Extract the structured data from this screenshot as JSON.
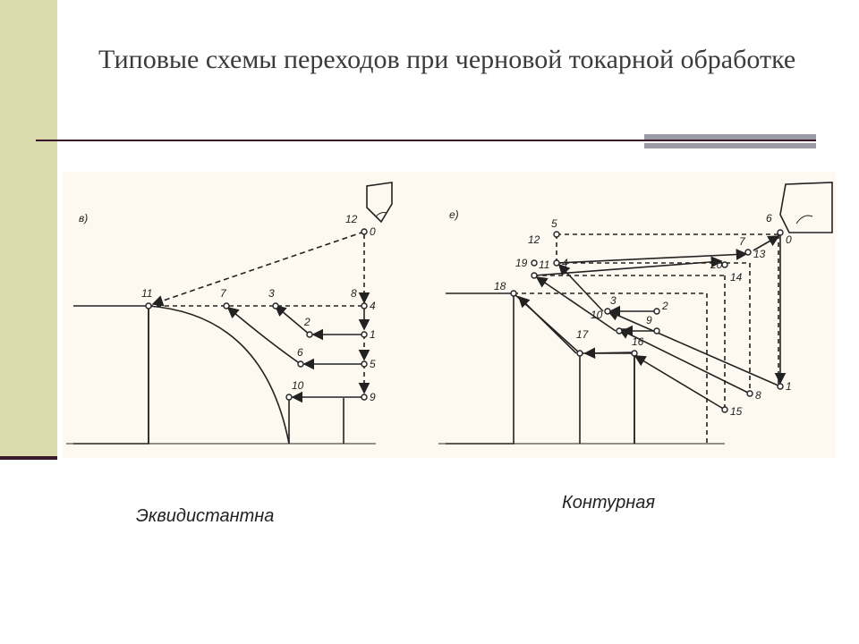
{
  "slide": {
    "title": "Типовые схемы переходов при черновой токарной обработке",
    "caption_left": "Эквидистантна",
    "caption_right": "Контурная"
  },
  "diagram_left": {
    "panel_label": "в)",
    "points": [
      "0",
      "1",
      "2",
      "3",
      "4",
      "5",
      "6",
      "7",
      "8",
      "9",
      "10",
      "11",
      "12"
    ]
  },
  "diagram_right": {
    "panel_label": "е)",
    "points": [
      "0",
      "1",
      "2",
      "3",
      "4",
      "5",
      "6",
      "7",
      "8",
      "9",
      "10",
      "11",
      "12",
      "13",
      "14",
      "15",
      "16",
      "17",
      "18",
      "19",
      "20"
    ]
  },
  "colors": {
    "sidebar": "#dadaaf",
    "rule": "#3a1a2a",
    "accent": "#9b9ba6",
    "figure_bg": "#fdf9f0",
    "ink": "#222222"
  }
}
